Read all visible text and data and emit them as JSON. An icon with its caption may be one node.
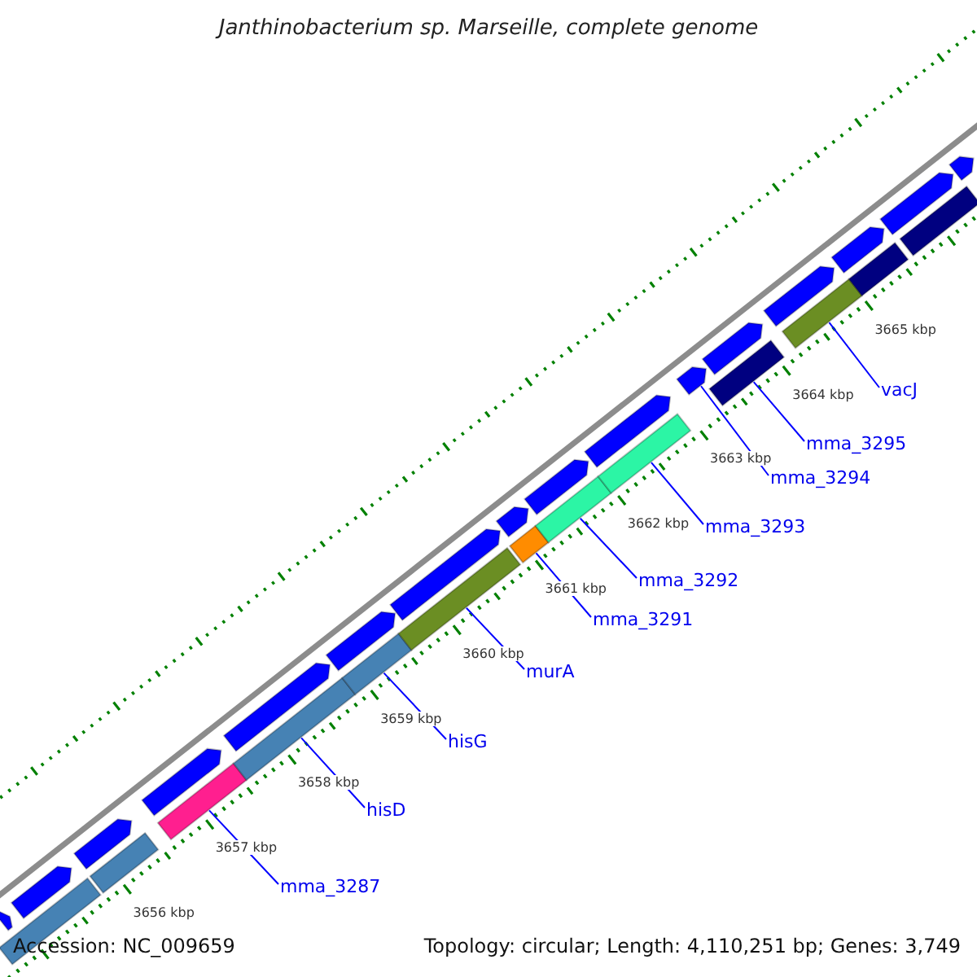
{
  "diagram": {
    "title": "Janthinobacterium sp. Marseille, complete genome",
    "nodes": [
      {
        "text": [
          "mma_3287"
        ]
      },
      {
        "text": [
          "hisD"
        ]
      },
      {
        "text": [
          "hisG"
        ]
      },
      {
        "text": [
          "murA"
        ]
      },
      {
        "text": [
          "mma_3291"
        ]
      },
      {
        "text": [
          "mma_3292"
        ]
      },
      {
        "text": [
          "mma_3293"
        ]
      },
      {
        "text": [
          "mma_3294"
        ]
      },
      {
        "text": [
          "mma_3295"
        ]
      },
      {
        "text": [
          "vacJ"
        ]
      },
      {
        "text": [],
        "shape": "bar"
      },
      {
        "text": [],
        "shape": "bar"
      },
      {
        "text": [],
        "shape": "bar"
      },
      {
        "text": [],
        "shape": "bar"
      },
      {
        "text": [],
        "shape": "bar"
      },
      {
        "text": [],
        "shape": "bar"
      },
      {
        "text": [],
        "shape": "bar"
      },
      {
        "text": [],
        "shape": "bar"
      },
      {
        "text": [],
        "shape": "bar"
      },
      {
        "text": [],
        "shape": "bar"
      },
      {
        "text": [],
        "shape": "bar"
      },
      {
        "text": [],
        "shape": "bar"
      },
      {
        "text": [],
        "shape": "bar"
      },
      {
        "text": [],
        "shape": "bar"
      },
      {
        "text": [],
        "shape": "bar"
      },
      {
        "text": [],
        "shape": "bar"
      },
      {
        "text": [],
        "shape": "bar"
      },
      {
        "text": [],
        "shape": "bar"
      },
      {
        "text": [],
        "shape": "bar"
      },
      {
        "text": [],
        "shape": "bar"
      },
      {
        "text": [],
        "shape": "bar"
      },
      {
        "text": [],
        "shape": "bar"
      },
      {
        "text": [],
        "shape": "bar"
      },
      {
        "text": [],
        "shape": "bar"
      },
      {
        "text": [],
        "shape": "bar"
      },
      {
        "text": [],
        "shape": "bar"
      },
      {
        "text": [],
        "shape": "bar"
      },
      {
        "text": [],
        "shape": "bar"
      },
      {
        "text": [],
        "shape": "bar"
      }
    ],
    "edges": [
      {
        "from": 0,
        "to": 15,
        "arrow": "none"
      },
      {
        "from": 1,
        "to": 17,
        "arrow": "none"
      },
      {
        "from": 2,
        "to": 19,
        "arrow": "none"
      },
      {
        "from": 3,
        "to": 21,
        "arrow": "none"
      },
      {
        "from": 4,
        "to": 23,
        "arrow": "none"
      },
      {
        "from": 5,
        "to": 25,
        "arrow": "none"
      },
      {
        "from": 6,
        "to": 27,
        "arrow": "none"
      },
      {
        "from": 7,
        "to": 29,
        "arrow": "none"
      },
      {
        "from": 8,
        "to": 30,
        "arrow": "none"
      },
      {
        "from": 9,
        "to": 33,
        "arrow": "none"
      }
    ],
    "labels": [
      "3656 kbp",
      "3657 kbp",
      "3658 kbp",
      "3659 kbp",
      "3660 kbp",
      "3661 kbp",
      "3662 kbp",
      "3663 kbp",
      "3664 kbp",
      "3665 kbp",
      "Accession: NC_009659",
      "Topology: circular; Length: 4,110,251 bp; Genes: 3,749"
    ]
  }
}
